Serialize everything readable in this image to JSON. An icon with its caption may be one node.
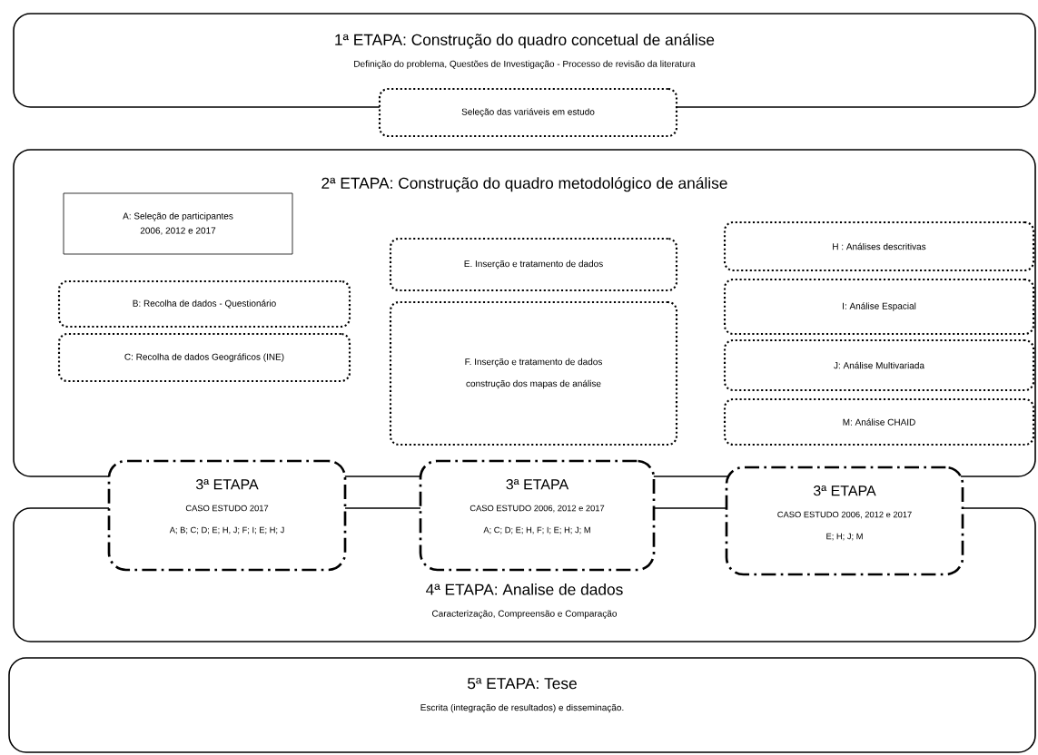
{
  "diagram": {
    "nodes": [
      {
        "text": [
          "1ª ETAPA: Construção do quadro concetual de análise",
          "Definição do problema, Questões de Investigação - Processo de revisão da literatura"
        ]
      },
      {
        "text": [
          "Seleção das variáveis em estudo"
        ]
      },
      {
        "text": [
          "2ª ETAPA: Construção do quadro metodológico de análise"
        ]
      },
      {
        "text": [
          "A: Seleção de participantes 2006, 2012 e 2017"
        ],
        "in": 2
      },
      {
        "text": [
          "B: Recolha de dados - Questionário"
        ],
        "in": 2
      },
      {
        "text": [
          "C: Recolha de dados Geográficos (INE)"
        ],
        "in": 2
      },
      {
        "text": [
          "E. Inserção e tratamento de dados"
        ],
        "in": 2
      },
      {
        "text": [
          "F. Inserção e tratamento de dados",
          "construção dos mapas de análise"
        ],
        "in": 2
      },
      {
        "text": [
          "H : Análises descritivas"
        ],
        "in": 2
      },
      {
        "text": [
          "I: Análise Espacial"
        ],
        "in": 2
      },
      {
        "text": [
          "J: Análise Multivariada"
        ],
        "in": 2
      },
      {
        "text": [
          "M: Análise CHAID"
        ],
        "in": 2
      },
      {
        "text": [
          "3ª ETAPA",
          "CASO ESTUDO 2017",
          "A; B; C; D; E; H, J; F; I; E; H; J"
        ]
      },
      {
        "text": [
          "3ª ETAPA",
          "CASO ESTUDO 2006, 2012 e 2017",
          "A; C; D; E; H, F; I; E; H; J; M"
        ]
      },
      {
        "text": [
          "3ª ETAPA",
          "CASO ESTUDO 2006, 2012 e 2017",
          "E; H; J; M"
        ]
      },
      {
        "text": [
          "4ª ETAPA: Analise de dados",
          "Caracterização, Compreensão e Comparação"
        ]
      },
      {
        "text": [
          "5ª ETAPA: Tese",
          "Escrita (integração de resultados) e disseminação."
        ]
      }
    ]
  }
}
